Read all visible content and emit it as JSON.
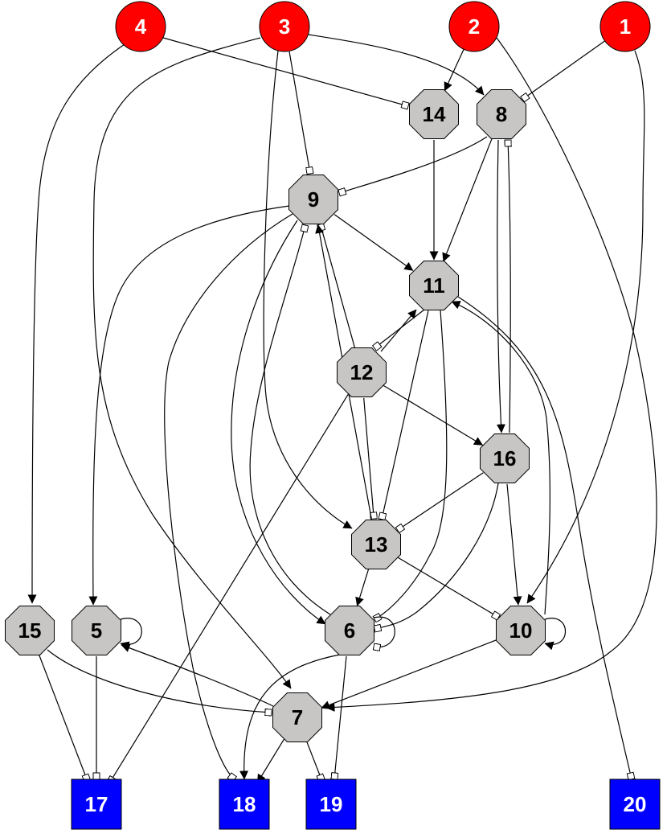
{
  "graph": {
    "nodes": [
      {
        "id": "1",
        "label": "1",
        "kind": "input"
      },
      {
        "id": "2",
        "label": "2",
        "kind": "input"
      },
      {
        "id": "3",
        "label": "3",
        "kind": "input"
      },
      {
        "id": "4",
        "label": "4",
        "kind": "input"
      },
      {
        "id": "5",
        "label": "5",
        "kind": "internal"
      },
      {
        "id": "6",
        "label": "6",
        "kind": "internal"
      },
      {
        "id": "7",
        "label": "7",
        "kind": "internal"
      },
      {
        "id": "8",
        "label": "8",
        "kind": "internal"
      },
      {
        "id": "9",
        "label": "9",
        "kind": "internal"
      },
      {
        "id": "10",
        "label": "10",
        "kind": "internal"
      },
      {
        "id": "11",
        "label": "11",
        "kind": "internal"
      },
      {
        "id": "12",
        "label": "12",
        "kind": "internal"
      },
      {
        "id": "13",
        "label": "13",
        "kind": "internal"
      },
      {
        "id": "14",
        "label": "14",
        "kind": "internal"
      },
      {
        "id": "15",
        "label": "15",
        "kind": "internal"
      },
      {
        "id": "16",
        "label": "16",
        "kind": "internal"
      },
      {
        "id": "17",
        "label": "17",
        "kind": "output"
      },
      {
        "id": "18",
        "label": "18",
        "kind": "output"
      },
      {
        "id": "19",
        "label": "19",
        "kind": "output"
      },
      {
        "id": "20",
        "label": "20",
        "kind": "output"
      }
    ],
    "edges": [
      {
        "from": "4",
        "to": "14",
        "type": "inhibit"
      },
      {
        "from": "4",
        "to": "15",
        "type": "activate"
      },
      {
        "from": "3",
        "to": "8",
        "type": "activate"
      },
      {
        "from": "3",
        "to": "9",
        "type": "inhibit"
      },
      {
        "from": "3",
        "to": "13",
        "type": "activate"
      },
      {
        "from": "3",
        "to": "7",
        "type": "activate"
      },
      {
        "from": "2",
        "to": "14",
        "type": "activate"
      },
      {
        "from": "2",
        "to": "7",
        "type": "activate"
      },
      {
        "from": "1",
        "to": "8",
        "type": "inhibit"
      },
      {
        "from": "1",
        "to": "10",
        "type": "activate"
      },
      {
        "from": "14",
        "to": "11",
        "type": "activate"
      },
      {
        "from": "8",
        "to": "9",
        "type": "inhibit"
      },
      {
        "from": "8",
        "to": "11",
        "type": "activate"
      },
      {
        "from": "8",
        "to": "16",
        "type": "activate"
      },
      {
        "from": "16",
        "to": "8",
        "type": "inhibit"
      },
      {
        "from": "9",
        "to": "11",
        "type": "activate"
      },
      {
        "from": "9",
        "to": "5",
        "type": "activate"
      },
      {
        "from": "9",
        "to": "18",
        "type": "inhibit"
      },
      {
        "from": "9",
        "to": "6",
        "type": "activate"
      },
      {
        "from": "6",
        "to": "9",
        "type": "inhibit"
      },
      {
        "from": "12",
        "to": "9",
        "type": "inhibit"
      },
      {
        "from": "12",
        "to": "11",
        "type": "activate"
      },
      {
        "from": "11",
        "to": "12",
        "type": "inhibit"
      },
      {
        "from": "12",
        "to": "16",
        "type": "activate"
      },
      {
        "from": "12",
        "to": "13",
        "type": "inhibit"
      },
      {
        "from": "12",
        "to": "17",
        "type": "inhibit"
      },
      {
        "from": "11",
        "to": "13",
        "type": "inhibit"
      },
      {
        "from": "11",
        "to": "6",
        "type": "inhibit"
      },
      {
        "from": "11",
        "to": "20",
        "type": "inhibit"
      },
      {
        "from": "10",
        "to": "11",
        "type": "activate"
      },
      {
        "from": "13",
        "to": "9",
        "type": "activate"
      },
      {
        "from": "16",
        "to": "13",
        "type": "inhibit"
      },
      {
        "from": "16",
        "to": "6",
        "type": "inhibit"
      },
      {
        "from": "16",
        "to": "10",
        "type": "activate"
      },
      {
        "from": "13",
        "to": "6",
        "type": "activate"
      },
      {
        "from": "13",
        "to": "10",
        "type": "inhibit"
      },
      {
        "from": "6",
        "to": "6",
        "type": "inhibit"
      },
      {
        "from": "5",
        "to": "5",
        "type": "activate"
      },
      {
        "from": "10",
        "to": "10",
        "type": "activate"
      },
      {
        "from": "6",
        "to": "18",
        "type": "activate"
      },
      {
        "from": "6",
        "to": "19",
        "type": "inhibit"
      },
      {
        "from": "10",
        "to": "7",
        "type": "activate"
      },
      {
        "from": "15",
        "to": "7",
        "type": "inhibit"
      },
      {
        "from": "7",
        "to": "5",
        "type": "activate"
      },
      {
        "from": "15",
        "to": "17",
        "type": "inhibit"
      },
      {
        "from": "5",
        "to": "17",
        "type": "inhibit"
      },
      {
        "from": "7",
        "to": "18",
        "type": "activate"
      },
      {
        "from": "7",
        "to": "19",
        "type": "inhibit"
      }
    ]
  },
  "colors": {
    "input": "#ff0000",
    "internal": "#c8c6c4",
    "output": "#0000ff",
    "edge": "#000000",
    "label_dark": "#000000",
    "label_light": "#ffffff"
  }
}
